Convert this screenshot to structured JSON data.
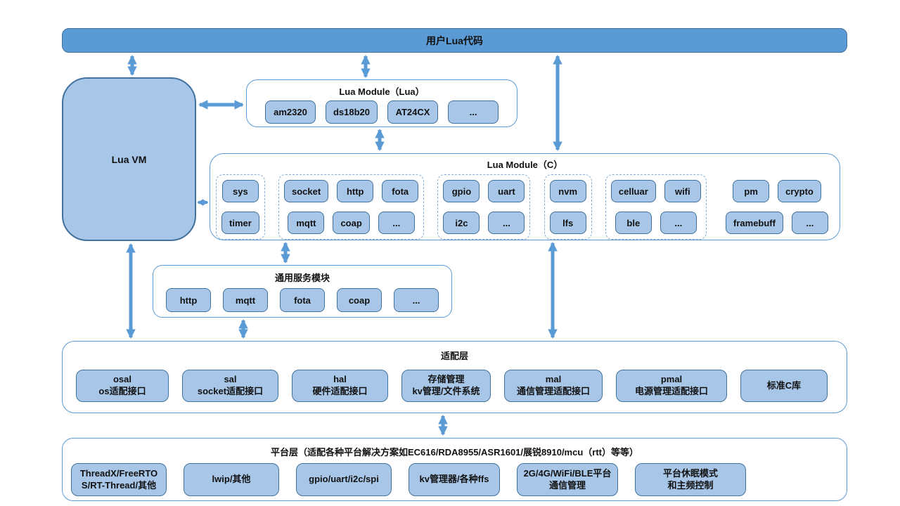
{
  "colors": {
    "bar_blue": "#5B9BD5",
    "chip_fill": "#A8C7E8",
    "chip_border": "#41719C",
    "panel_border": "#5B9BD5",
    "dash_border": "#85AFD9",
    "arrow": "#5B9BD5"
  },
  "top_bar": {
    "label": "用户Lua代码"
  },
  "lua_vm": {
    "label": "Lua VM"
  },
  "lua_module_lua": {
    "title": "Lua Module（Lua）",
    "chips": [
      "am2320",
      "ds18b20",
      "AT24CX",
      "..."
    ]
  },
  "lua_module_c": {
    "title": "Lua Module（C）",
    "groups": [
      {
        "dashed": true,
        "chips": [
          "sys",
          "timer"
        ]
      },
      {
        "dashed": true,
        "chips": [
          "socket",
          "http",
          "fota",
          "mqtt",
          "coap",
          "..."
        ]
      },
      {
        "dashed": true,
        "chips": [
          "gpio",
          "uart",
          "i2c",
          "..."
        ]
      },
      {
        "dashed": true,
        "chips": [
          "nvm",
          "lfs"
        ]
      },
      {
        "dashed": true,
        "chips": [
          "celluar",
          "wifi",
          "ble",
          "..."
        ]
      },
      {
        "dashed": false,
        "chips": [
          "pm",
          "crypto",
          "framebuff",
          "..."
        ]
      }
    ]
  },
  "common_service": {
    "title": "通用服务模块",
    "chips": [
      "http",
      "mqtt",
      "fota",
      "coap",
      "..."
    ]
  },
  "adapter_layer": {
    "title": "适配层",
    "boxes": [
      {
        "lines": [
          "osal",
          "os适配接口"
        ]
      },
      {
        "lines": [
          "sal",
          "socket适配接口"
        ]
      },
      {
        "lines": [
          "hal",
          "硬件适配接口"
        ]
      },
      {
        "lines": [
          "存储管理",
          "kv管理/文件系统"
        ]
      },
      {
        "lines": [
          "mal",
          "通信管理适配接口"
        ]
      },
      {
        "lines": [
          "pmal",
          "电源管理适配接口"
        ]
      },
      {
        "lines": [
          "标准C库"
        ]
      }
    ]
  },
  "platform_layer": {
    "title": "平台层（适配各种平台解决方案如EC616/RDA8955/ASR1601/展锐8910/mcu（rtt）等等）",
    "boxes": [
      {
        "lines": [
          "ThreadX/FreeRTOS/RT-Thread/其他"
        ]
      },
      {
        "lines": [
          "lwip/其他"
        ]
      },
      {
        "lines": [
          "gpio/uart/i2c/spi"
        ]
      },
      {
        "lines": [
          "kv管理器/各种ffs"
        ]
      },
      {
        "lines": [
          "2G/4G/WiFi/BLE平台通信管理"
        ]
      },
      {
        "lines": [
          "平台休眠模式",
          "和主频控制"
        ]
      }
    ]
  }
}
